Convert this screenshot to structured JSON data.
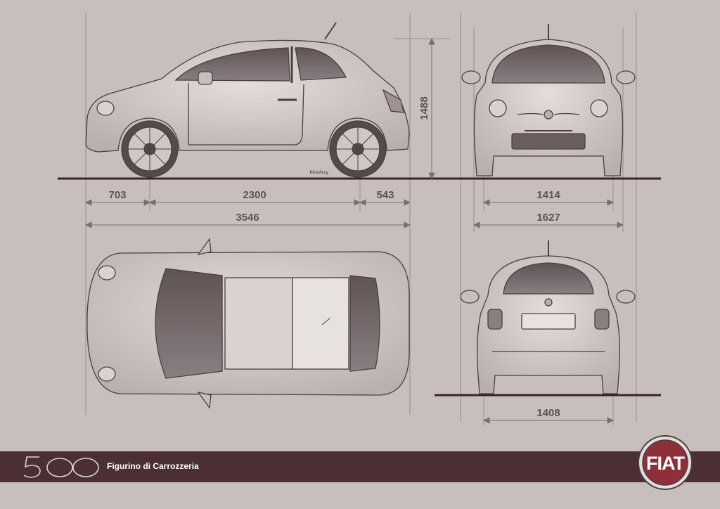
{
  "sheet": {
    "product_mark": "500",
    "title": "Figurino di Carrozzeria",
    "brand": "FIAT",
    "signature": "Wainberg"
  },
  "dimensions": {
    "front_overhang": "703",
    "wheelbase": "2300",
    "rear_overhang": "543",
    "overall_length": "3546",
    "overall_height": "1488",
    "front_track": "1414",
    "overall_width": "1627",
    "rear_track": "1408"
  },
  "colors": {
    "paper": "#c8bfbd",
    "line": "#4a3f40",
    "ground": "#3a2528",
    "footer_band": "#4b2f34",
    "body_fill": "#d9d2d0"
  }
}
